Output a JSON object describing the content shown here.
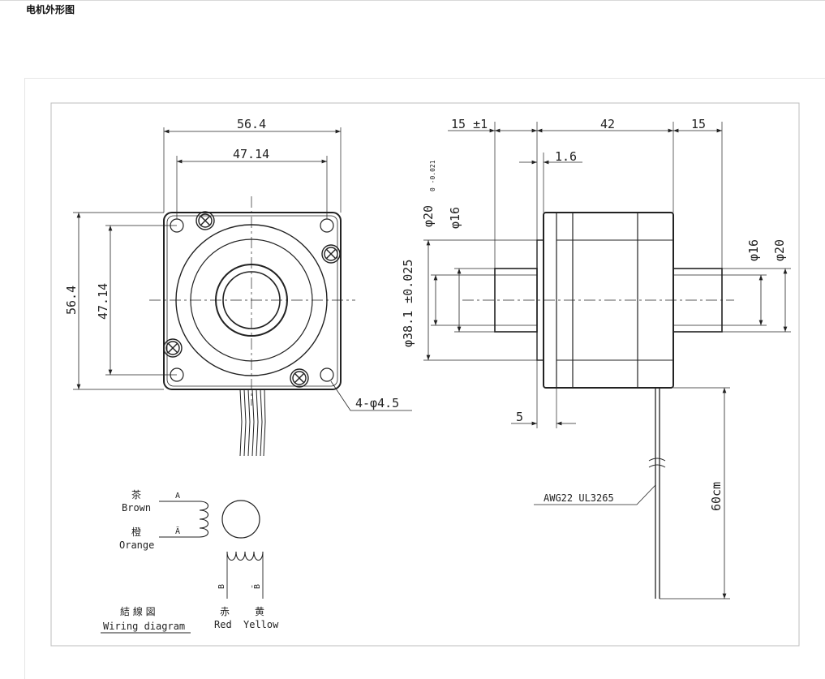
{
  "page": {
    "title": "电机外形图"
  },
  "front_view": {
    "width_outer": "56.4",
    "width_holes": "47.14",
    "height_outer": "56.4",
    "height_holes": "47.14",
    "mount_holes": "4-φ4.5"
  },
  "side_view": {
    "front_shaft_len": "15 ±1",
    "body_len": "42",
    "rear_shaft_len": "15",
    "flange": "1.6",
    "boss_dia": "φ20",
    "boss_tol": "0\n-0.021",
    "shaft_dia_front": "φ16",
    "pilot_dia": "φ38.1 ±0.025",
    "rear_boss_dia": "φ20",
    "rear_shaft_dia": "φ16",
    "pilot_depth": "5",
    "cable_spec": "AWG22 UL3265",
    "cable_len": "60cm"
  },
  "wiring": {
    "wire_a_cn": "茶",
    "wire_a_en": "Brown",
    "wire_a_tag": "A",
    "wire_abar_cn": "橙",
    "wire_abar_en": "Orange",
    "wire_abar_tag": "Ā",
    "wire_b_tag": "B",
    "wire_bbar_tag": "B̄",
    "wire_b_cn": "赤",
    "wire_b_en": "Red",
    "wire_bbar_cn": "黄",
    "wire_bbar_en": "Yellow",
    "title_cn": "結 線 図",
    "title_en": "Wiring diagram"
  }
}
